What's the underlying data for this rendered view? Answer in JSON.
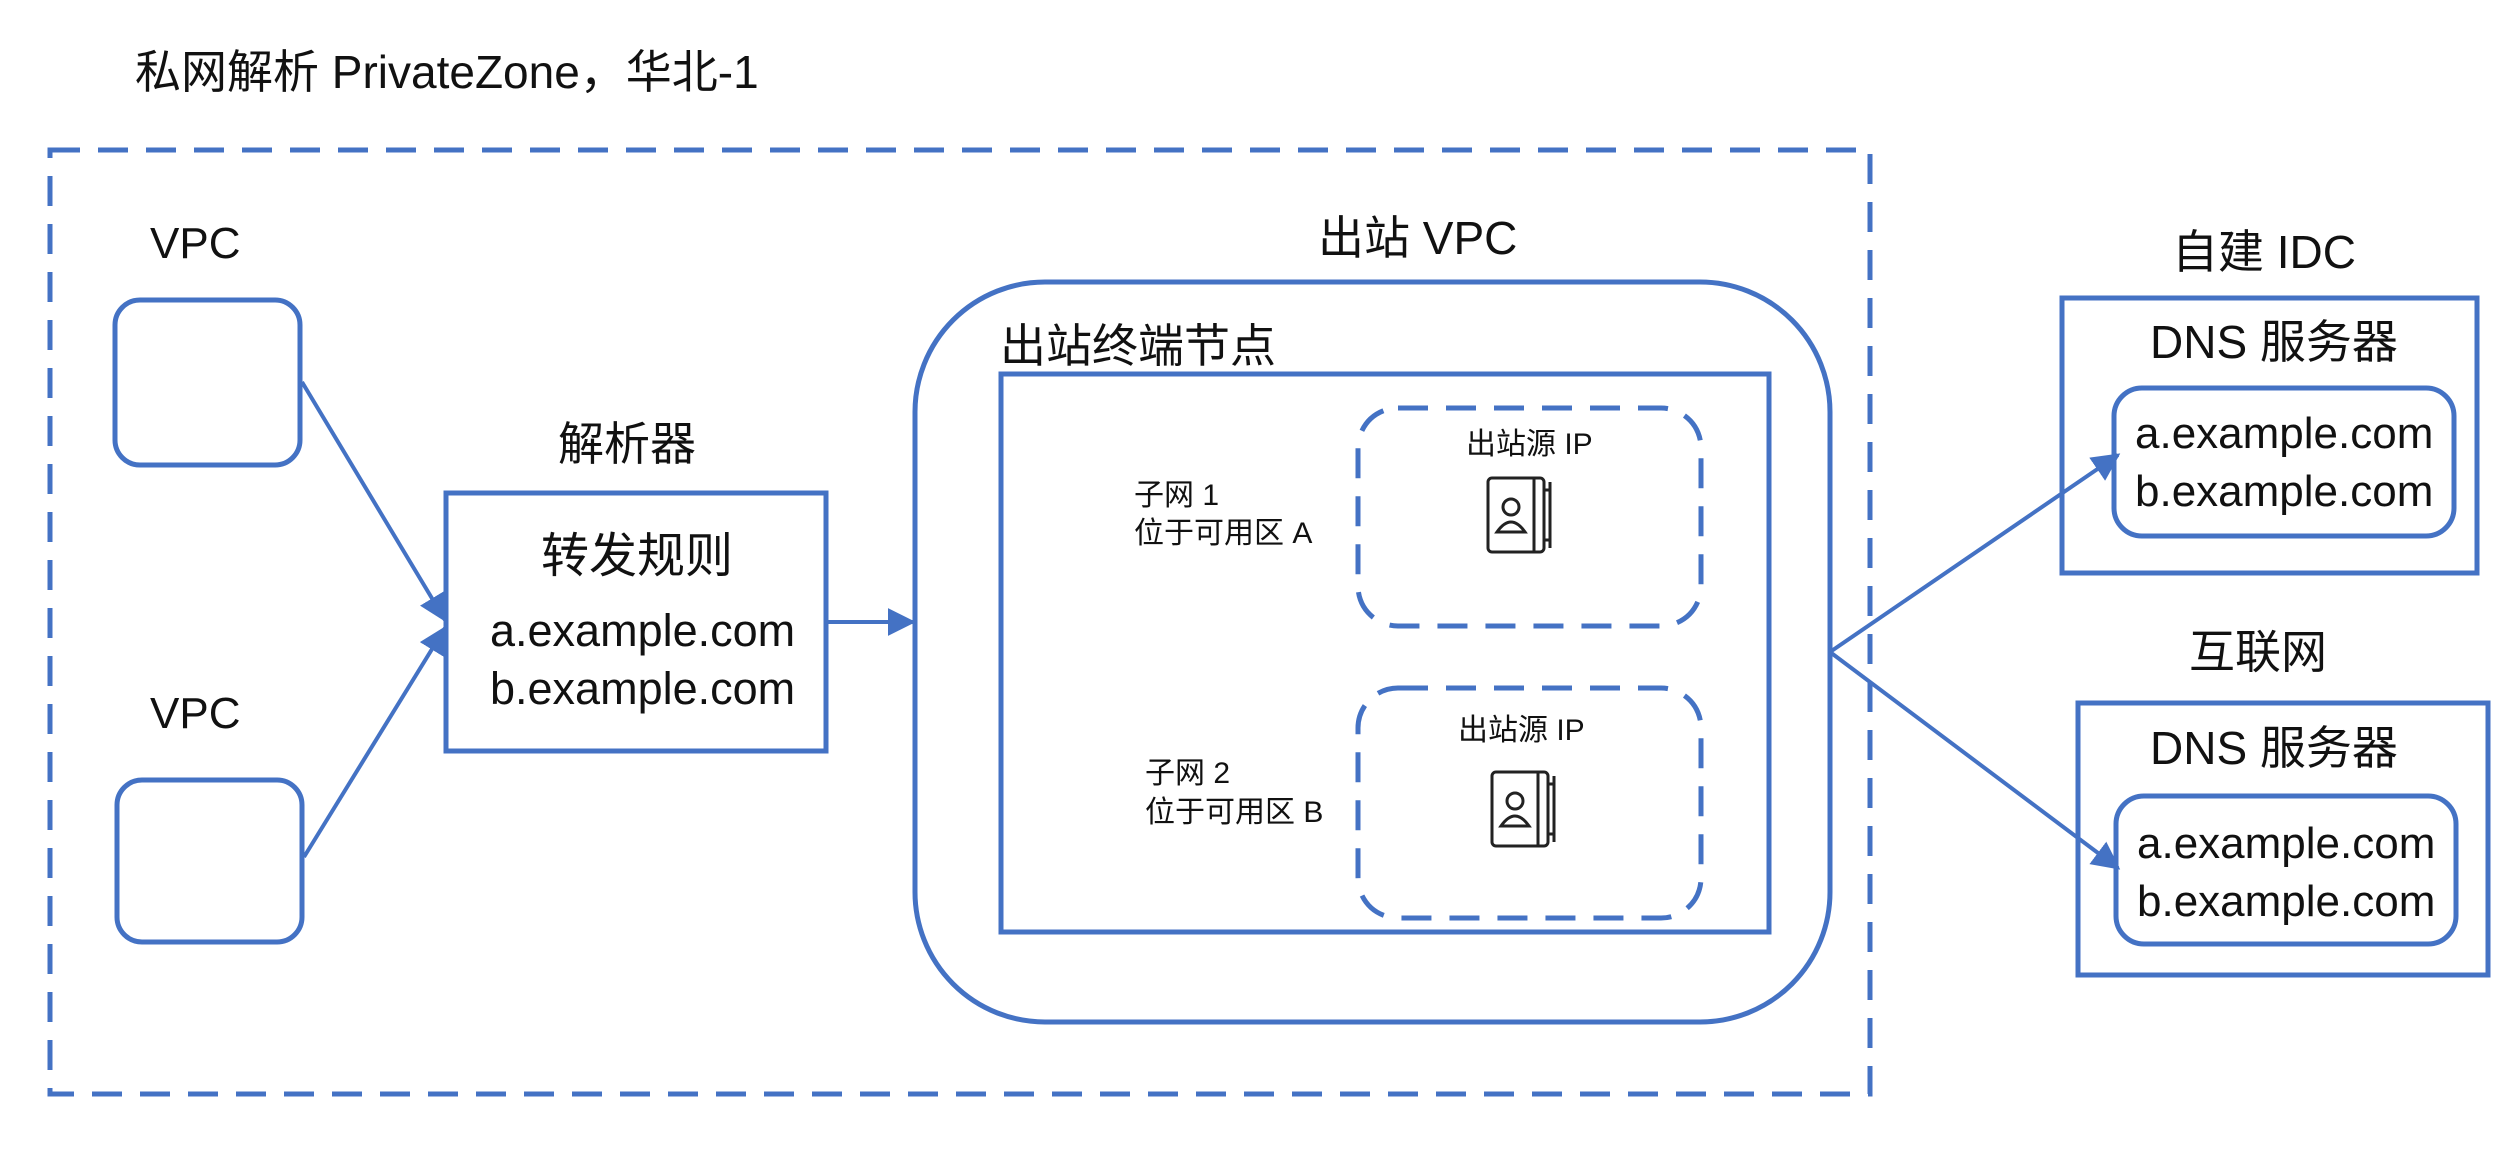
{
  "diagram": {
    "title": "私网解析 PrivateZone，华北-1",
    "source_vpcs": [
      "VPC",
      "VPC"
    ],
    "resolver": {
      "heading": "解析器",
      "box_title": "转发规则",
      "domains": [
        "a.example.com",
        "b.example.com"
      ]
    },
    "outbound_vpc": {
      "label": "出站 VPC",
      "endpoint_label": "出站终端节点",
      "subnets": [
        {
          "name": "子网 1",
          "zone": "位于可用区 A",
          "source_ip_label": "出站源 IP"
        },
        {
          "name": "子网 2",
          "zone": "位于可用区 B",
          "source_ip_label": "出站源 IP"
        }
      ]
    },
    "targets": [
      {
        "heading": "自建 IDC",
        "server_label": "DNS 服务器",
        "domains": [
          "a.example.com",
          "b.example.com"
        ]
      },
      {
        "heading": "互联网",
        "server_label": "DNS 服务器",
        "domains": [
          "a.example.com",
          "b.example.com"
        ]
      }
    ],
    "colors": {
      "line": "#4472C4",
      "text": "#111111",
      "icon": "#222222"
    }
  }
}
